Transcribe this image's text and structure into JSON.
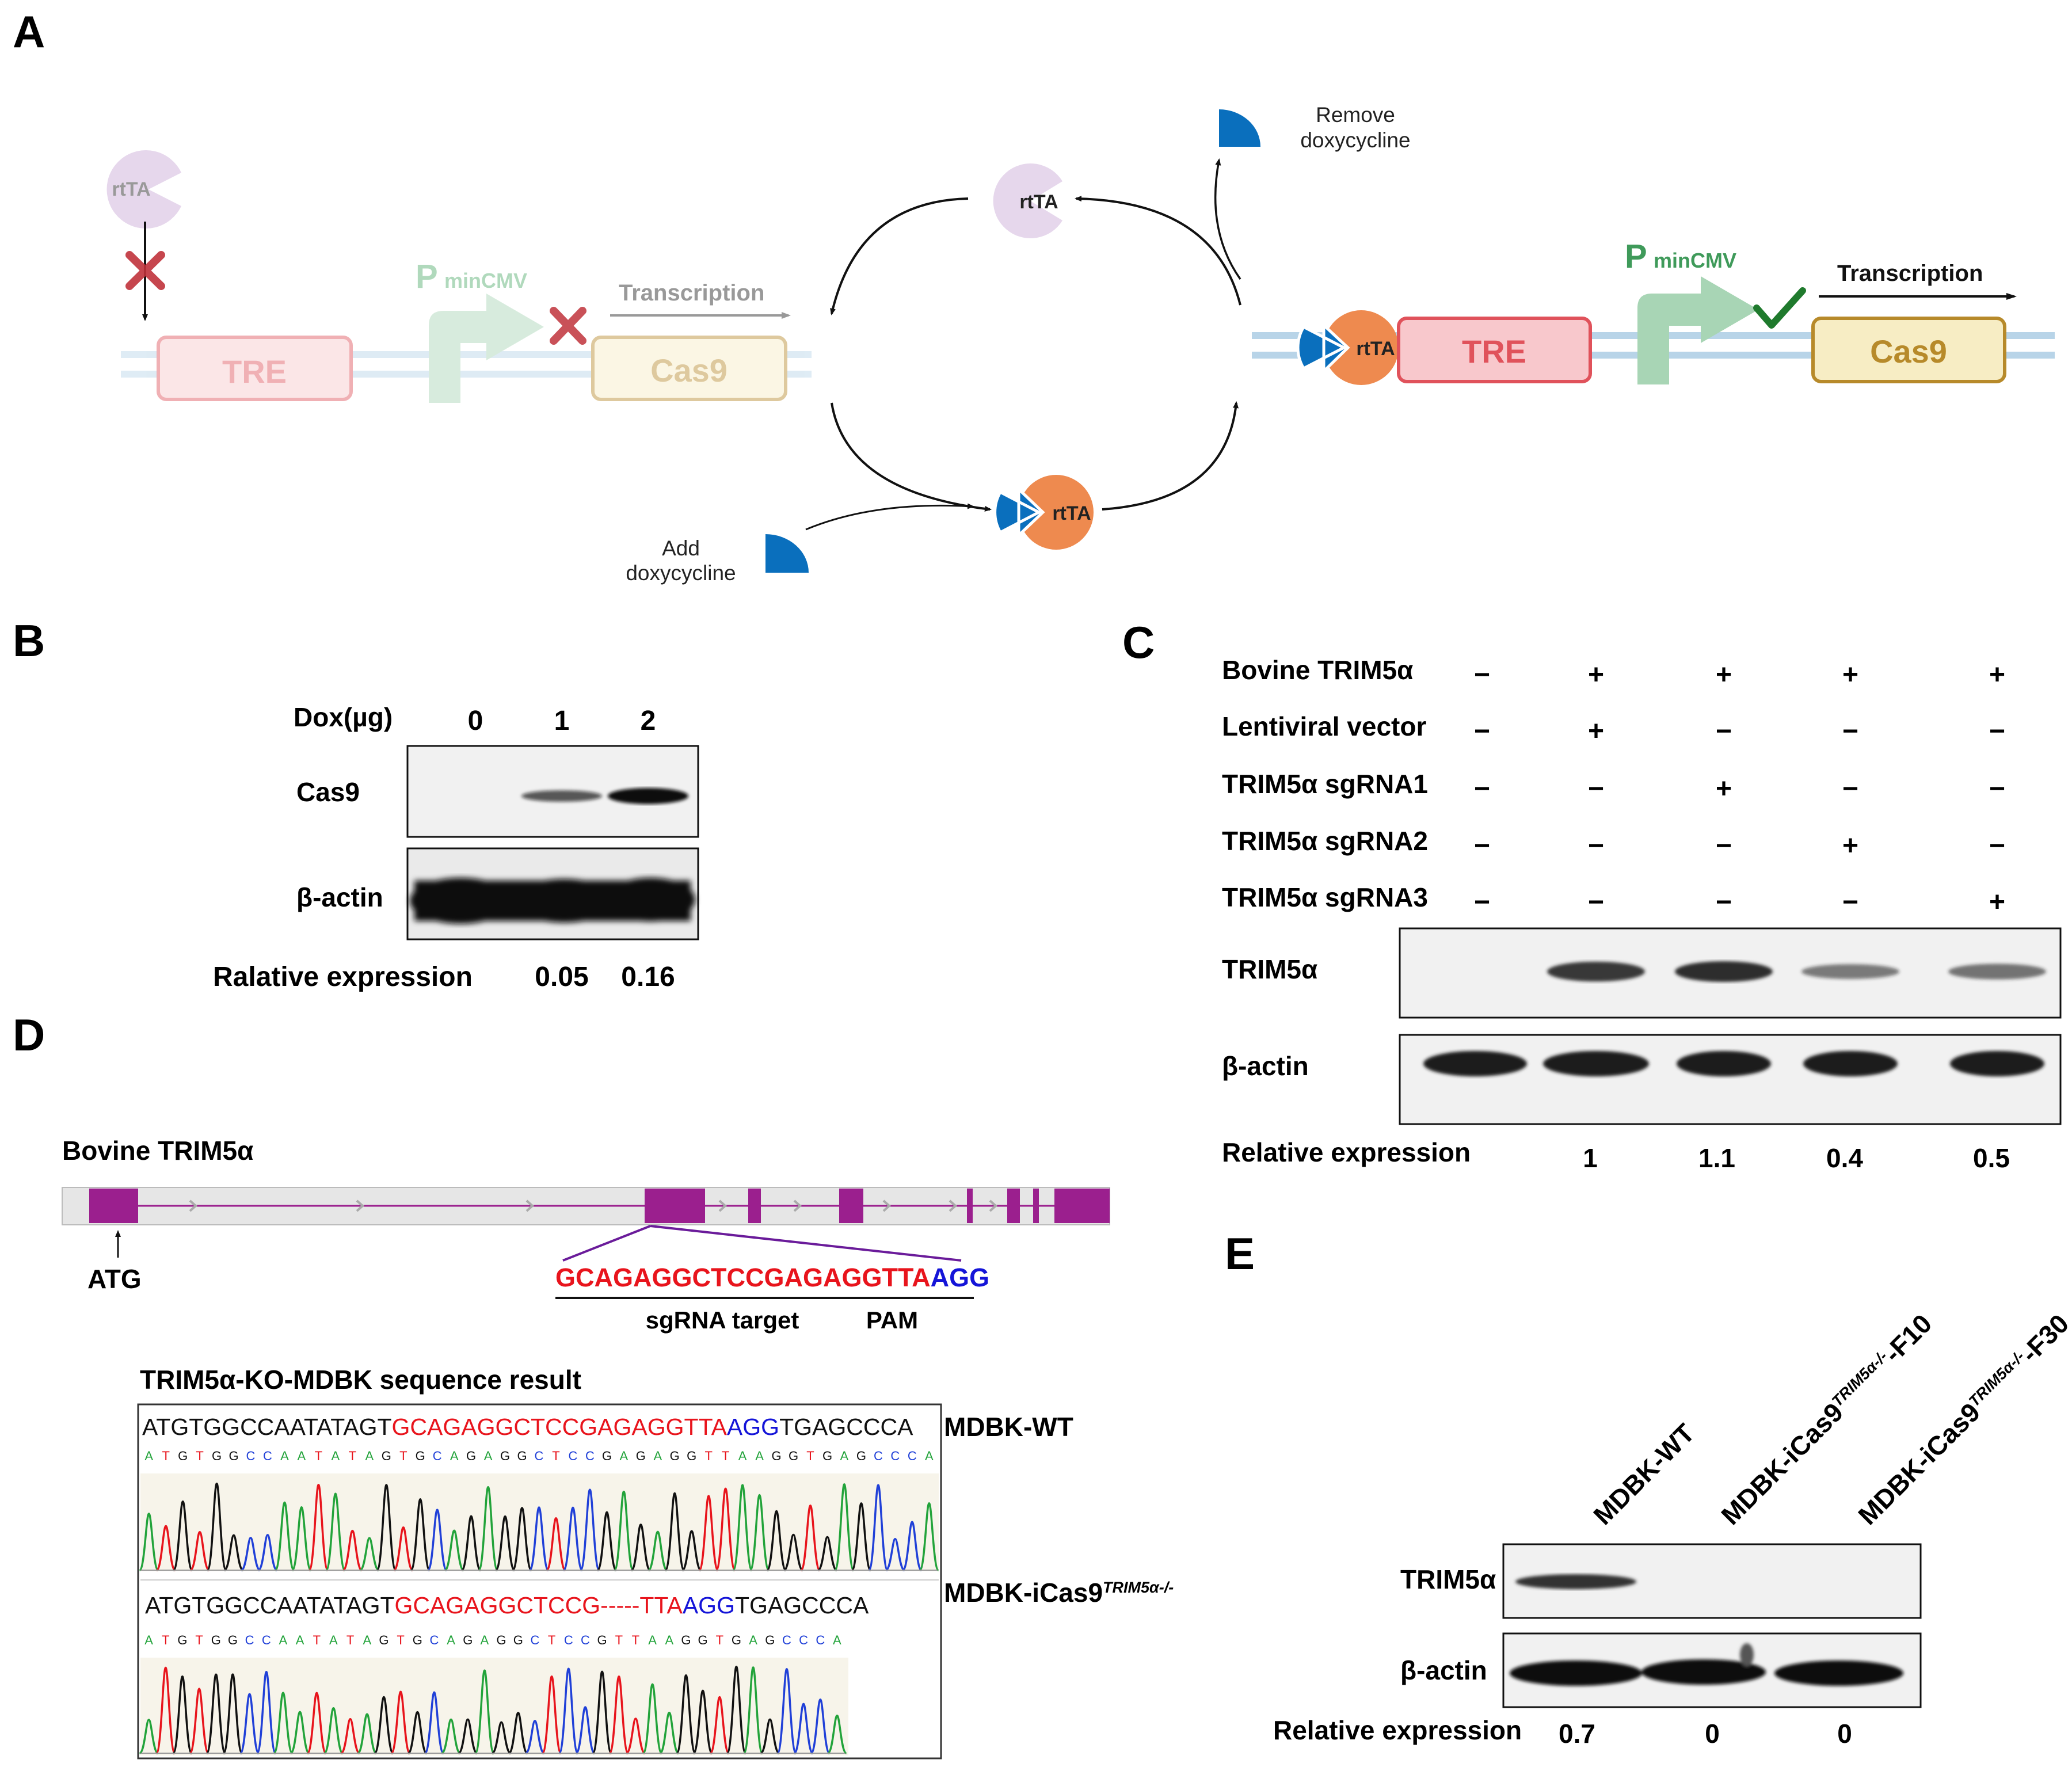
{
  "panels": {
    "A": {
      "letter": "A",
      "rtta": "rtTA",
      "tre": "TRE",
      "cas9": "Cas9",
      "promoter_main": "P",
      "promoter_sub": "minCMV",
      "transcription": "Transcription",
      "remove_line1": "Remove",
      "remove_line2": "doxycycline",
      "add_line1": "Add",
      "add_line2": "doxycycline",
      "colors": {
        "rtta_inactive": "#e6d7ec",
        "rtta_active": "#ee8a4f",
        "dox": "#0a6fbd",
        "tre": "#e0525b",
        "cas9": "#b78a2a",
        "promoter": "#a8d5b5",
        "red_x": "#c0333b",
        "check": "#1f7a2d"
      }
    },
    "B": {
      "letter": "B",
      "dox_label": "Dox(µg)",
      "doses": [
        "0",
        "1",
        "2"
      ],
      "row_cas9": "Cas9",
      "row_actin": "β-actin",
      "rel_label": "Ralative expression",
      "rel_values": [
        "0.05",
        "0.16"
      ],
      "cas9_levels": [
        0,
        0.05,
        0.16
      ]
    },
    "C": {
      "letter": "C",
      "rows": [
        {
          "label": "Bovine TRIM5α",
          "signs": [
            "−",
            "+",
            "+",
            "+",
            "+"
          ]
        },
        {
          "label": "Lentiviral vector",
          "signs": [
            "−",
            "+",
            "−",
            "−",
            "−"
          ]
        },
        {
          "label": "TRIM5α sgRNA1",
          "signs": [
            "−",
            "−",
            "+",
            "−",
            "−"
          ]
        },
        {
          "label": "TRIM5α sgRNA2",
          "signs": [
            "−",
            "−",
            "−",
            "+",
            "−"
          ]
        },
        {
          "label": "TRIM5α sgRNA3",
          "signs": [
            "−",
            "−",
            "−",
            "−",
            "+"
          ]
        }
      ],
      "blot_trim": "TRIM5α",
      "blot_actin": "β-actin",
      "rel_label": "Relative expression",
      "rel_values": [
        "1",
        "1.1",
        "0.4",
        "0.5"
      ]
    },
    "D": {
      "letter": "D",
      "gene_label": "Bovine TRIM5α",
      "atg": "ATG",
      "target_seq": "GCAGAGGCTCCGAGAGGTTA",
      "pam_seq": "AGG",
      "sgrna_target": "sgRNA target",
      "pam": "PAM",
      "seq_title": "TRIM5α-KO-MDBK sequence result",
      "wt_name": "MDBK-WT",
      "ko_name": "MDBK-iCas9",
      "ko_sup": "TRIM5α-/-",
      "wt_seq": {
        "pre": "ATGTGGCCAATATAGT",
        "target": "GCAGAGGCTCCGAGAGGTTA",
        "pam": "AGG",
        "post": "TGAGCCCA"
      },
      "ko_seq": {
        "pre": "ATGTGGCCAATATAGT",
        "target": "GCAGAGGCTCCG-----TTA",
        "pam": "AGG",
        "post": "TGAGCCCA"
      },
      "wt_bases": "ATGTGGCCAATATAGTGCAGAGGCTCCGAGAGGTTAAGGTGAGCCCA",
      "ko_bases": "ATGTGGCCAATATAGTGCAGAGGCTCCGTTAAGGTGAGCCCA",
      "colors": {
        "exon": "#9b1f8e",
        "target": "#e8141c",
        "pam": "#1414d8"
      }
    },
    "E": {
      "letter": "E",
      "lanes": [
        {
          "name": "MDBK-WT",
          "sup": "",
          "suffix": ""
        },
        {
          "name": "MDBK-iCas9",
          "sup": "TRIM5α-/-",
          "suffix": "-F10"
        },
        {
          "name": "MDBK-iCas9",
          "sup": "TRIM5α-/-",
          "suffix": "-F30"
        }
      ],
      "blot_trim": "TRIM5α",
      "blot_actin": "β-actin",
      "rel_label": "Relative expression",
      "rel_values": [
        "0.7",
        "0",
        "0"
      ]
    }
  }
}
